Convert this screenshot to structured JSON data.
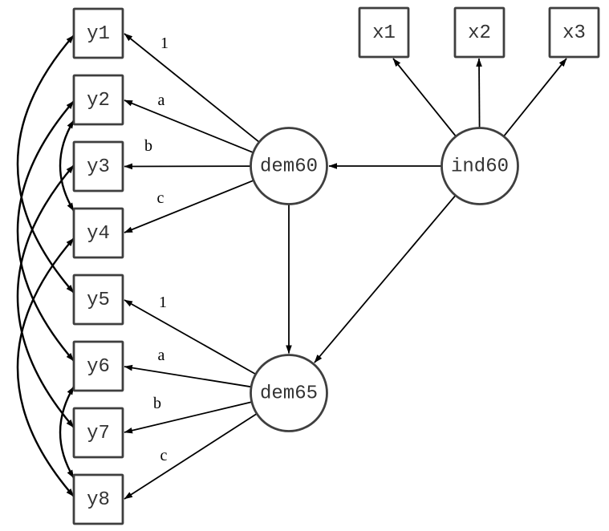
{
  "diagram": {
    "type": "sem-path-diagram",
    "colors": {
      "background": "#ffffff",
      "edge": "#000000",
      "node_border": "#3f3f3f",
      "node_text": "#333333"
    },
    "nodes": {
      "y1": {
        "label": "y1",
        "shape": "square",
        "role": "observed"
      },
      "y2": {
        "label": "y2",
        "shape": "square",
        "role": "observed"
      },
      "y3": {
        "label": "y3",
        "shape": "square",
        "role": "observed"
      },
      "y4": {
        "label": "y4",
        "shape": "square",
        "role": "observed"
      },
      "y5": {
        "label": "y5",
        "shape": "square",
        "role": "observed"
      },
      "y6": {
        "label": "y6",
        "shape": "square",
        "role": "observed"
      },
      "y7": {
        "label": "y7",
        "shape": "square",
        "role": "observed"
      },
      "y8": {
        "label": "y8",
        "shape": "square",
        "role": "observed"
      },
      "x1": {
        "label": "x1",
        "shape": "square",
        "role": "observed"
      },
      "x2": {
        "label": "x2",
        "shape": "square",
        "role": "observed"
      },
      "x3": {
        "label": "x3",
        "shape": "square",
        "role": "observed"
      },
      "dem60": {
        "label": "dem60",
        "shape": "circle",
        "role": "latent"
      },
      "dem65": {
        "label": "dem65",
        "shape": "circle",
        "role": "latent"
      },
      "ind60": {
        "label": "ind60",
        "shape": "circle",
        "role": "latent"
      }
    },
    "edge_labels": {
      "dem60_y1": "1",
      "dem60_y2": "a",
      "dem60_y3": "b",
      "dem60_y4": "c",
      "dem65_y5": "1",
      "dem65_y6": "a",
      "dem65_y7": "b",
      "dem65_y8": "c"
    },
    "edges": [
      {
        "from": "dem60",
        "to": "y1",
        "type": "directed",
        "label": "1"
      },
      {
        "from": "dem60",
        "to": "y2",
        "type": "directed",
        "label": "a"
      },
      {
        "from": "dem60",
        "to": "y3",
        "type": "directed",
        "label": "b"
      },
      {
        "from": "dem60",
        "to": "y4",
        "type": "directed",
        "label": "c"
      },
      {
        "from": "dem65",
        "to": "y5",
        "type": "directed",
        "label": "1"
      },
      {
        "from": "dem65",
        "to": "y6",
        "type": "directed",
        "label": "a"
      },
      {
        "from": "dem65",
        "to": "y7",
        "type": "directed",
        "label": "b"
      },
      {
        "from": "dem65",
        "to": "y8",
        "type": "directed",
        "label": "c"
      },
      {
        "from": "ind60",
        "to": "x1",
        "type": "directed",
        "label": ""
      },
      {
        "from": "ind60",
        "to": "x2",
        "type": "directed",
        "label": ""
      },
      {
        "from": "ind60",
        "to": "x3",
        "type": "directed",
        "label": ""
      },
      {
        "from": "ind60",
        "to": "dem60",
        "type": "directed",
        "label": ""
      },
      {
        "from": "ind60",
        "to": "dem65",
        "type": "directed",
        "label": ""
      },
      {
        "from": "dem60",
        "to": "dem65",
        "type": "directed",
        "label": ""
      },
      {
        "between": [
          "y1",
          "y5"
        ],
        "type": "covariance"
      },
      {
        "between": [
          "y2",
          "y4"
        ],
        "type": "covariance"
      },
      {
        "between": [
          "y2",
          "y6"
        ],
        "type": "covariance"
      },
      {
        "between": [
          "y3",
          "y7"
        ],
        "type": "covariance"
      },
      {
        "between": [
          "y4",
          "y8"
        ],
        "type": "covariance"
      },
      {
        "between": [
          "y6",
          "y8"
        ],
        "type": "covariance"
      }
    ]
  }
}
